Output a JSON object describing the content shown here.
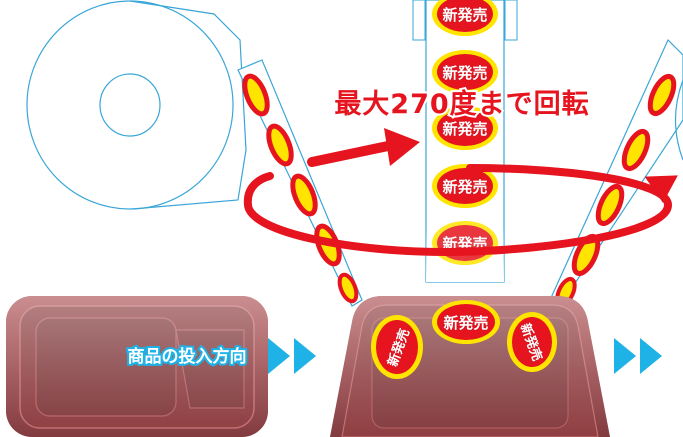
{
  "headline": "最大270度まで回転",
  "input_direction_label": "商品の投入方向",
  "sticker_text": "新発売",
  "colors": {
    "accent_red": "#e6141e",
    "label_cyan": "#1fb2e6",
    "tape_blue": "#3aa6d8",
    "sticker_yellow": "#ffe400",
    "tray_red": "#8c1c20"
  }
}
